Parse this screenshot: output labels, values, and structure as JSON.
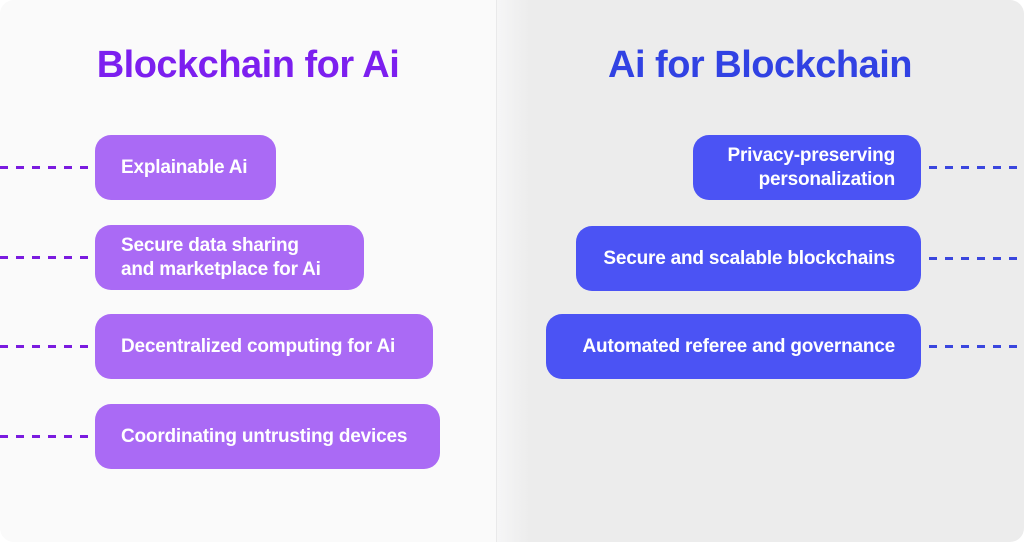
{
  "colors": {
    "page_background": "#ffffff",
    "left_panel_background": "#fafafa",
    "right_panel_background": "#ececec",
    "left_title": "#7c1fef",
    "left_pill": "#aa6af5",
    "left_dash": "#7a1bdf",
    "right_title": "#3142e3",
    "right_pill": "#4b53f4",
    "right_dash": "#3a46de",
    "pill_text": "#ffffff"
  },
  "left_panel": {
    "title": "Blockchain for Ai",
    "items": [
      {
        "lines": [
          "Explainable Ai"
        ]
      },
      {
        "lines": [
          "Secure data sharing",
          "and marketplace for Ai"
        ]
      },
      {
        "lines": [
          "Decentralized computing for Ai"
        ]
      },
      {
        "lines": [
          "Coordinating untrusting devices"
        ]
      }
    ]
  },
  "right_panel": {
    "title": "Ai for Blockchain",
    "items": [
      {
        "lines": [
          "Privacy-preserving",
          "personalization"
        ]
      },
      {
        "lines": [
          "Secure and scalable blockchains"
        ]
      },
      {
        "lines": [
          "Automated referee and governance"
        ]
      }
    ]
  }
}
